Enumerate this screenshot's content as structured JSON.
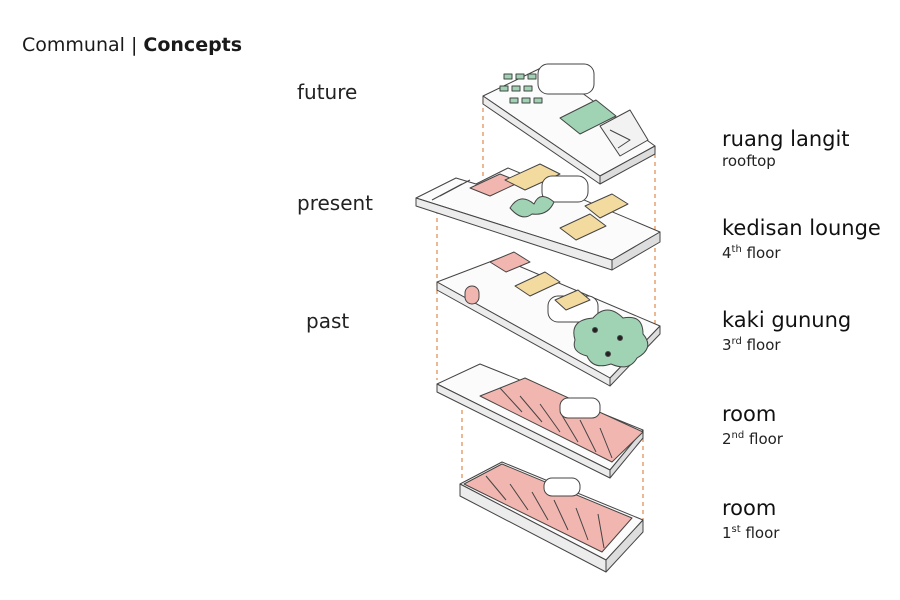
{
  "heading": {
    "prefix": "Communal",
    "separator": " | ",
    "title": "Concepts"
  },
  "eras": {
    "future": "future",
    "present": "present",
    "past": "past"
  },
  "floors": [
    {
      "name": "ruang langit",
      "level": "rooftop",
      "sup": "",
      "level_rest": ""
    },
    {
      "name": "kedisan lounge",
      "level": "4",
      "sup": "th",
      "level_rest": " floor"
    },
    {
      "name": "kaki gunung",
      "level": "3",
      "sup": "rd",
      "level_rest": " floor"
    },
    {
      "name": "room",
      "level": "2",
      "sup": "nd",
      "level_rest": " floor"
    },
    {
      "name": "room",
      "level": "1",
      "sup": "st",
      "level_rest": " floor"
    }
  ],
  "colors": {
    "room": "#f2b6b0",
    "green": "#9fd3b3",
    "wood": "#f3dba0",
    "line": "#444444",
    "guide": "#e08a4a"
  }
}
